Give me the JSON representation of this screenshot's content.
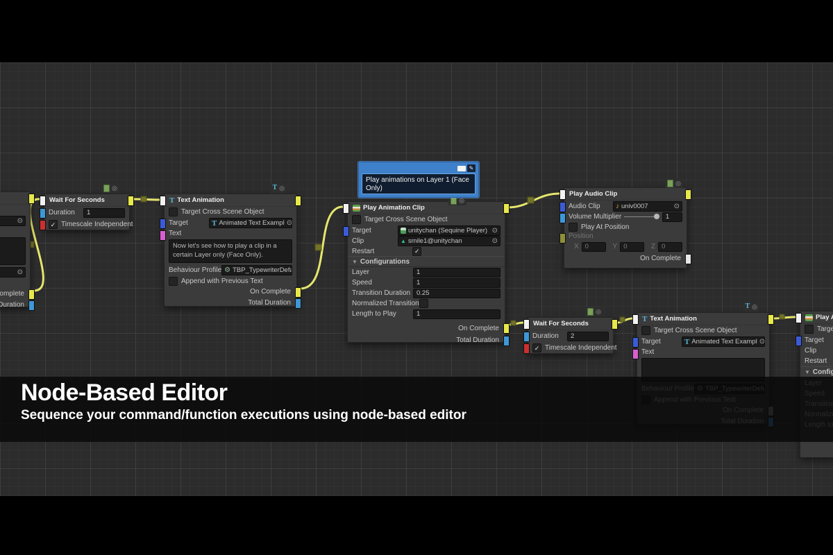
{
  "banner": {
    "title": "Node-Based Editor",
    "subtitle": "Sequence your command/function executions using node-based editor"
  },
  "icons": {
    "target_picker": "⊙",
    "foldout_arrow": "▼",
    "checkmark": "✓",
    "text_icon": "T",
    "music_note": "♪",
    "clip_triangle": "▲",
    "gear": "⚙",
    "circle_badge": "◎",
    "edit_pencil": "✎"
  },
  "colors": {
    "canvas_bg": "#2c2c2c",
    "node_bg": "#3b3b3b",
    "field_bg": "#1b1b1b",
    "wire_yellow": "#e6e66e",
    "flow_in_port": "#f2f2f2",
    "flow_out_port": "#e8e84a",
    "object_port": "#3b5bd6",
    "float_port": "#3e97d6",
    "string_port": "#d95fd0",
    "bool_port": "#cc2f2f",
    "vector_port": "#8f8f3a",
    "comment_blue": "#3f80ca"
  },
  "nodes": {
    "left_partial": {
      "on_complete": "On Complete",
      "total_duration": "Total Duration"
    },
    "wait1": {
      "title": "Wait For Seconds",
      "duration_label": "Duration",
      "duration_value": "1",
      "timescale_label": "Timescale Independent"
    },
    "text1": {
      "title": "Text Animation",
      "cross_scene_label": "Target Cross Scene Object",
      "target_label": "Target",
      "target_value": "Animated Text Exampl",
      "text_label": "Text",
      "text_value": "Now let's see how to play a clip in a certain Layer only (Face Only).",
      "profile_label": "Behaviour Profile",
      "profile_value": "TBP_TypewriterDefau",
      "append_label": "Append with Previous Text",
      "on_complete": "On Complete",
      "total_duration": "Total Duration"
    },
    "comment": {
      "text": "Play animations on Layer 1 (Face Only)"
    },
    "anim1": {
      "title": "Play Animation Clip",
      "cross_scene_label": "Target Cross Scene Object",
      "target_label": "Target",
      "target_value": "unitychan (Sequine Player)",
      "clip_label": "Clip",
      "clip_value": "smile1@unitychan",
      "restart_label": "Restart",
      "config_label": "Configurations",
      "layer_label": "Layer",
      "layer_value": "1",
      "speed_label": "Speed",
      "speed_value": "1",
      "transition_label": "Transition Duration",
      "transition_value": "0.25",
      "normalized_label": "Normalized Transition",
      "length_label": "Length to Play",
      "length_value": "1",
      "on_complete": "On Complete",
      "total_duration": "Total Duration"
    },
    "audio1": {
      "title": "Play Audio Clip",
      "clip_label": "Audio Clip",
      "clip_value": "univ0007",
      "volume_label": "Volume Multiplier",
      "volume_value": "1",
      "play_at_label": "Play At Position",
      "position_label": "Position",
      "x_label": "X",
      "x_value": "0",
      "y_label": "Y",
      "y_value": "0",
      "z_label": "Z",
      "z_value": "0",
      "on_complete": "On Complete"
    },
    "wait2": {
      "title": "Wait For Seconds",
      "duration_label": "Duration",
      "duration_value": "2",
      "timescale_label": "Timescale Independent"
    },
    "text2": {
      "title": "Text Animation",
      "cross_scene_label": "Target Cross Scene Object",
      "target_label": "Target",
      "target_value": "Animated Text Exampl",
      "text_label": "Text",
      "text_value": "",
      "profile_label": "Behaviour Profile",
      "profile_value": "TBP_TypewriterDefau",
      "append_label": "Append with Previous Text",
      "on_complete": "On Complete",
      "total_duration": "Total Duration"
    },
    "right_partial": {
      "title": "Play Animation Clip",
      "cross_scene_label": "Target Cross Scene Object",
      "target_label": "Target",
      "clip_label": "Clip",
      "restart_label": "Restart",
      "config_label": "Configurations",
      "layer_label": "Layer",
      "speed_label": "Speed",
      "transition_label": "Transition Duration",
      "normalized_label": "Normalized Transition",
      "length_label": "Length to Play"
    }
  }
}
